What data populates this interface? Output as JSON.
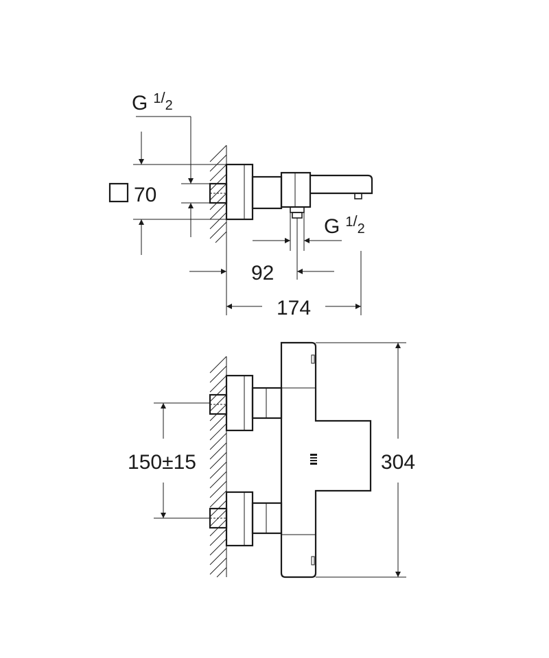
{
  "top_view": {
    "inlet_thread": {
      "base": "G",
      "fraction_num": "1",
      "fraction_den": "2"
    },
    "square_size": "70",
    "outlet_thread": {
      "base": "G",
      "fraction_num": "1",
      "fraction_den": "2"
    },
    "outlet_offset": "92",
    "overall_depth": "174"
  },
  "front_view": {
    "inlet_spacing": "150±15",
    "overall_height": "304"
  }
}
